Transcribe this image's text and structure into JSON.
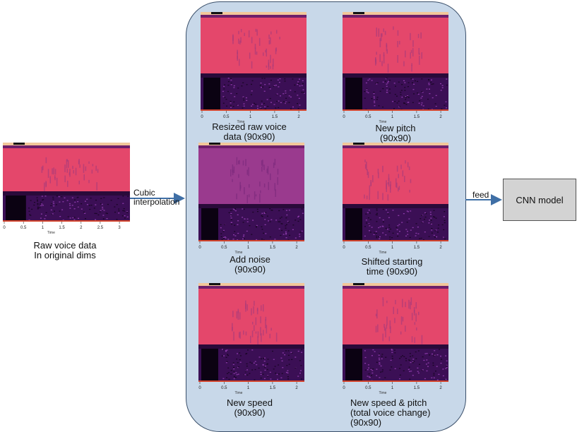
{
  "raw": {
    "caption": [
      "Raw voice data",
      "In original dims"
    ],
    "ticks": [
      "0",
      "0.5",
      "1",
      "1.5",
      "2",
      "2.5",
      "3"
    ],
    "axis_label": "Time"
  },
  "arrow_left": {
    "label": [
      "Cubic",
      "interpolation"
    ]
  },
  "arrow_right": {
    "label": "feed"
  },
  "cnn": {
    "label": "CNN model"
  },
  "panels": [
    {
      "caption": [
        "Resized raw voice",
        "data (90x90)"
      ],
      "ticks": [
        "0",
        "0.5",
        "1",
        "1.5",
        "2"
      ],
      "axis_label": "Time"
    },
    {
      "caption": [
        "New pitch",
        "(90x90)"
      ],
      "ticks": [
        "0",
        "0.5",
        "1",
        "1.5",
        "2"
      ],
      "axis_label": "Time"
    },
    {
      "caption": [
        "Add noise",
        "(90x90)"
      ],
      "ticks": [
        "0",
        "0.5",
        "1",
        "1.5",
        "2"
      ],
      "axis_label": "Time"
    },
    {
      "caption": [
        "Shifted starting",
        "time (90x90)"
      ],
      "ticks": [
        "0",
        "0.5",
        "1",
        "1.5",
        "2"
      ],
      "axis_label": "Time"
    },
    {
      "caption": [
        "New speed",
        "(90x90)"
      ],
      "ticks": [
        "0",
        "0.5",
        "1",
        "1.5",
        "2"
      ],
      "axis_label": "Time"
    },
    {
      "caption": [
        "New speed & pitch",
        "(total voice change)",
        "(90x90)"
      ],
      "ticks": [
        "0",
        "0.5",
        "1",
        "1.5",
        "2"
      ],
      "axis_label": "Time"
    }
  ]
}
